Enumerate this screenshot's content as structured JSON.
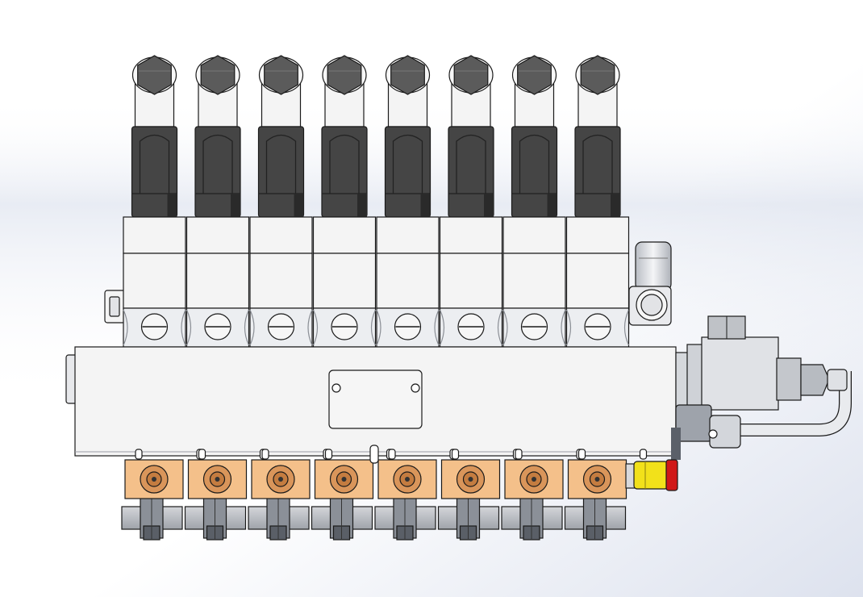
{
  "scene": {
    "kind": "solenoid valve manifold CAD render",
    "valve_count": 8,
    "colors": {
      "background_top": "#ffffff",
      "background_mid": "#dde2ee",
      "body": "#f4f4f4",
      "outline": "#1a1a1a",
      "hex_nut": "#5b5b5b",
      "coil_connector": "#454545",
      "coil_connector_dark": "#2a2a2a",
      "port_block": "#c0c3c8",
      "pad_orange": "#f4c08a",
      "pad_disc": "#d9955a",
      "fitting_yellow": "#f2e11a",
      "fitting_red": "#d01818",
      "tube": "#e9ebee"
    },
    "parts": [
      "hex-nut",
      "coil-connector",
      "valve-body",
      "manifold-block",
      "nameplate",
      "pressure-switch",
      "elbow-fitting",
      "push-in-fitting",
      "bottom-port-pad",
      "bottom-connector"
    ]
  }
}
